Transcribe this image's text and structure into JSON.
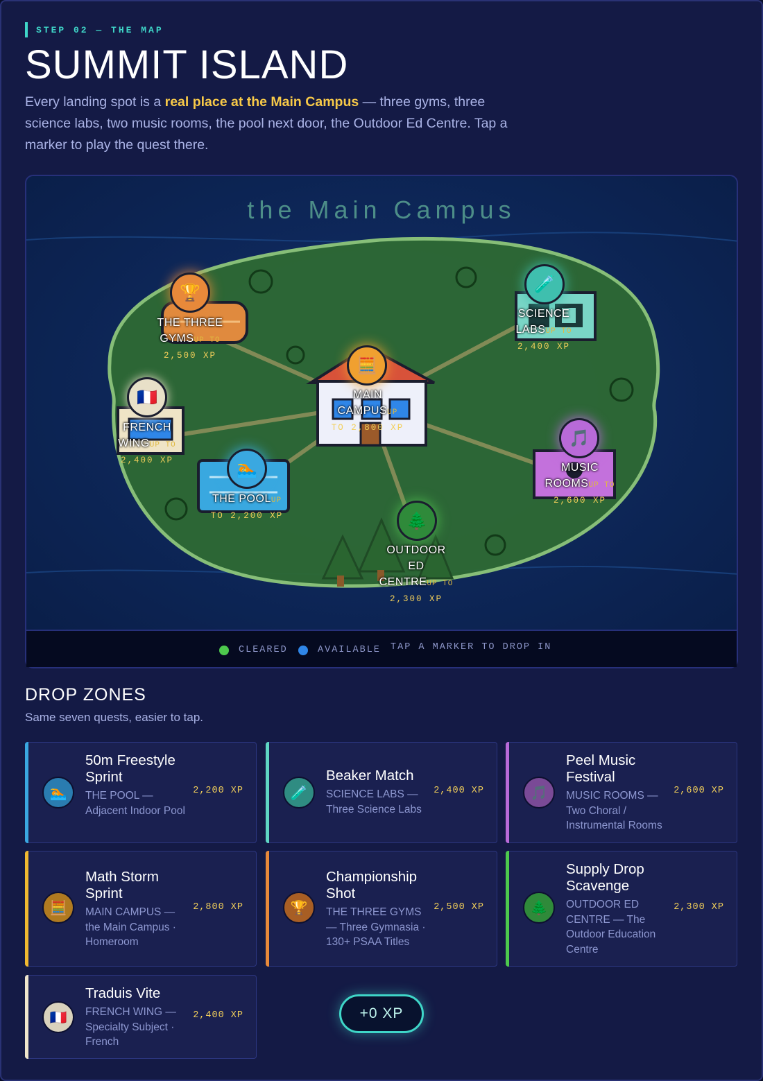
{
  "header": {
    "eyebrow": "STEP 02 — THE MAP",
    "title": "SUMMIT ISLAND",
    "intro_before": "Every landing spot is a ",
    "intro_highlight": "real place at the Main Campus",
    "intro_after": " — three gyms, three science labs, two music rooms, the pool next door, the Outdoor Ed Centre. Tap a marker to play the quest there."
  },
  "map": {
    "title": "the Main Campus",
    "markers": [
      {
        "id": "gyms",
        "line1": "THE THREE",
        "line2": "GYMS",
        "upto": "UP TO",
        "xp": "2,500 XP",
        "icon": "trophy-icon",
        "color": "#e8893a"
      },
      {
        "id": "labs",
        "line1": "SCIENCE",
        "line2": "LABS",
        "upto": "UP TO",
        "xp": "2,400 XP",
        "icon": "test-tube-icon",
        "color": "#3fbfae"
      },
      {
        "id": "main",
        "line1": "MAIN",
        "line2": "CAMPUS",
        "upto": "UP",
        "xp": "TO 2,800 XP",
        "icon": "abacus-icon",
        "color": "#f0a030"
      },
      {
        "id": "french",
        "line1": "FRENCH",
        "line2": "WING",
        "upto": "UP TO",
        "xp": "2,400 XP",
        "icon": "france-flag-icon",
        "color": "#e8e0c8"
      },
      {
        "id": "pool",
        "line1": "THE POOL",
        "line2": "",
        "upto": "UP",
        "xp": "TO 2,200 XP",
        "icon": "swimmer-icon",
        "color": "#3aa8e0"
      },
      {
        "id": "music",
        "line1": "MUSIC",
        "line2": "ROOMS",
        "upto": "UP TO",
        "xp": "2,600 XP",
        "icon": "music-note-icon",
        "color": "#b86ad8"
      },
      {
        "id": "outdoor",
        "line1": "OUTDOOR",
        "line2": "ED",
        "line3": "CENTRE",
        "upto": "UP TO",
        "xp": "2,300 XP",
        "icon": "tree-icon",
        "color": "#4dba4d"
      }
    ],
    "legend": {
      "cleared": "CLEARED",
      "cleared_color": "#4dc94d",
      "available": "AVAILABLE",
      "available_color": "#2f86e8",
      "hint": "TAP A MARKER TO DROP IN"
    }
  },
  "zones_section": {
    "title": "DROP ZONES",
    "subtitle": "Same seven quests, easier to tap."
  },
  "zones": [
    {
      "name": "50m Freestyle Sprint",
      "desc": "THE POOL — Adjacent Indoor Pool",
      "xp": "2,200 XP",
      "icon": "swimmer-icon",
      "accent": "#3aa8e0"
    },
    {
      "name": "Beaker Match",
      "desc": "SCIENCE LABS — Three Science Labs",
      "xp": "2,400 XP",
      "icon": "test-tube-icon",
      "accent": "#5fd6c4"
    },
    {
      "name": "Peel Music Festival",
      "desc": "MUSIC ROOMS — Two Choral / Instrumental Rooms",
      "xp": "2,600 XP",
      "icon": "music-note-icon",
      "accent": "#b86ad8"
    },
    {
      "name": "Math Storm Sprint",
      "desc": "MAIN CAMPUS — the Main Campus · Homeroom",
      "xp": "2,800 XP",
      "icon": "abacus-icon",
      "accent": "#f0b930"
    },
    {
      "name": "Championship Shot",
      "desc": "THE THREE GYMS — Three Gymnasia · 130+ PSAA Titles",
      "xp": "2,500 XP",
      "icon": "trophy-icon",
      "accent": "#e8893a"
    },
    {
      "name": "Supply Drop Scavenge",
      "desc": "OUTDOOR ED CENTRE — The Outdoor Education Centre",
      "xp": "2,300 XP",
      "icon": "tree-icon",
      "accent": "#4dc94d"
    },
    {
      "name": "Traduis Vite",
      "desc": "FRENCH WING — Specialty Subject · French",
      "xp": "2,400 XP",
      "icon": "france-flag-icon",
      "accent": "#efe6cc"
    }
  ],
  "score": {
    "label": "+0 XP"
  }
}
